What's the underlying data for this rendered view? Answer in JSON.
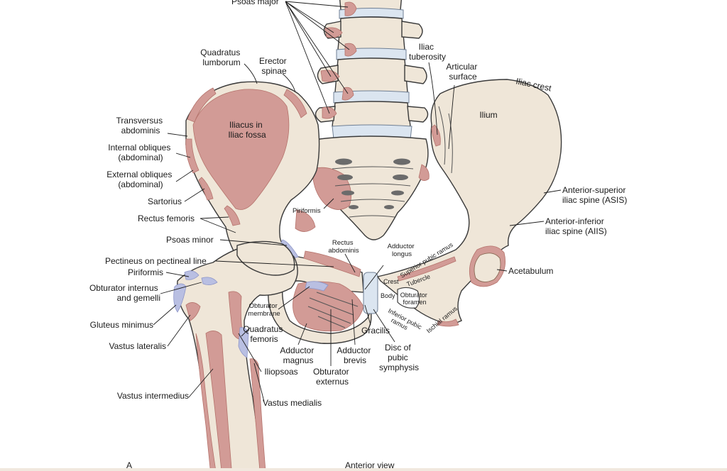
{
  "colors": {
    "bone": "#efe6d8",
    "muscle": "#d29b96",
    "muscle_lavender": "#b9bfe2",
    "disc": "#dbe5f0",
    "outline": "#3a3a3a"
  },
  "labels": {
    "psoas_major": "Psoas major",
    "quadratus_lumborum": [
      "Quadratus",
      "lumborum"
    ],
    "erector_spinae": [
      "Erector",
      "spinae"
    ],
    "iliac_tuberosity": [
      "Iliac",
      "tuberosity"
    ],
    "articular_surface": [
      "Articular",
      "surface"
    ],
    "iliac_crest": "Iliac crest",
    "ilium": "Ilium",
    "iliacus": [
      "Iliacus in",
      "Iliac fossa"
    ],
    "transversus_abdominis": [
      "Transversus",
      "abdominis"
    ],
    "internal_obliques": [
      "Internal obliques",
      "(abdominal)"
    ],
    "external_obliques": [
      "External obliques",
      "(abdominal)"
    ],
    "sartorius": "Sartorius",
    "rectus_femoris": "Rectus femoris",
    "psoas_minor": "Psoas minor",
    "piriformis_sacrum": "Piriformis",
    "rectus_abdominis": [
      "Rectus",
      "abdominis"
    ],
    "adductor_longus": [
      "Adductor",
      "longus"
    ],
    "superior_pubic_ramus": "Superior pubic ramus",
    "tubercle": "Tubercle",
    "crest": "Crest",
    "body": "Body",
    "obturator_foramen": [
      "Obturator",
      "foramen"
    ],
    "inferior_pubic_ramus": [
      "Inferior pubic",
      "ramus"
    ],
    "ischial_ramus": "Ischial ramus",
    "asis": [
      "Anterior-superior",
      "iliac spine (ASIS)"
    ],
    "aiis": [
      "Anterior-inferior",
      "iliac spine (AIIS)"
    ],
    "acetabulum": "Acetabulum",
    "pectineus": "Pectineus on pectineal line",
    "piriformis_femur": "Piriformis",
    "obturator_internus": [
      "Obturator internus",
      "and gemelli"
    ],
    "obturator_membrane": [
      "Obturator",
      "membrane"
    ],
    "gluteus_minimus": "Gluteus minimus",
    "vastus_lateralis": "Vastus lateralis",
    "quadratus_femoris": [
      "Quadratus",
      "femoris"
    ],
    "gracilis": "Gracilis",
    "adductor_magnus": [
      "Adductor",
      "magnus"
    ],
    "adductor_brevis": [
      "Adductor",
      "brevis"
    ],
    "disc_pubic_symphysis": [
      "Disc of",
      "pubic",
      "symphysis"
    ],
    "iliopsoas": "Iliopsoas",
    "obturator_externus": [
      "Obturator",
      "externus"
    ],
    "vastus_intermedius": "Vastus intermedius",
    "vastus_medialis": "Vastus medialis",
    "panel_letter": "A",
    "view_caption": "Anterior view"
  }
}
